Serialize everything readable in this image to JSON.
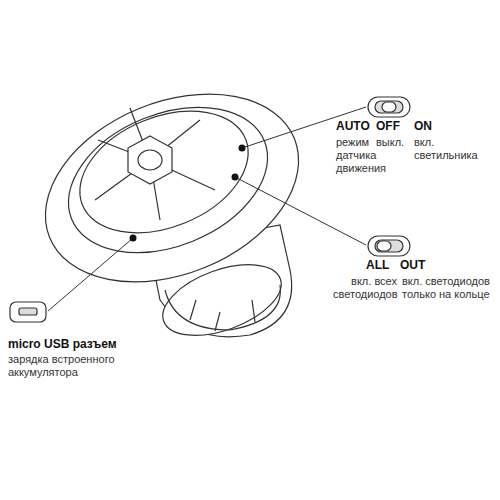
{
  "diagram": {
    "labels": [
      "AUTO",
      "OFF",
      "ON",
      "режим датчика движения",
      "выкл.",
      "вкл. светильника",
      "ALL",
      "OUT",
      "вкл. всех светодиодов",
      "вкл. светодиодов только на кольце",
      "micro USB разъем",
      "зарядка встроенного аккумулятора"
    ]
  }
}
